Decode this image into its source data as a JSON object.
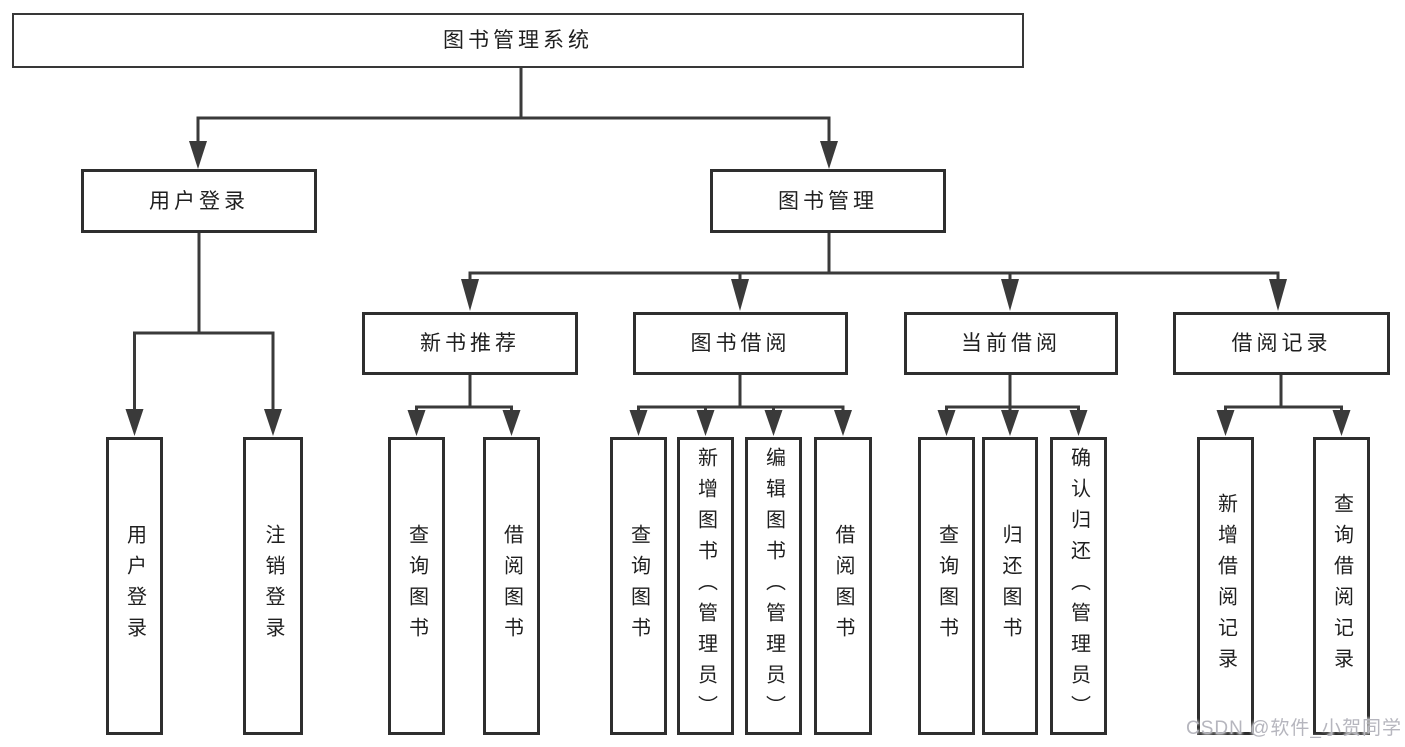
{
  "colors": {
    "line": "#3a3a3a",
    "box_border": "#2e2e2e",
    "text": "#1f1f1f",
    "watermark": "#b6b6be",
    "background": "#ffffff"
  },
  "watermark": {
    "text": "CSDN @软件_小贺同学"
  },
  "tree": {
    "label": "图书管理系统",
    "children": [
      {
        "label": "用户登录",
        "children": [
          {
            "label": "用户登录"
          },
          {
            "label": "注销登录"
          }
        ]
      },
      {
        "label": "图书管理",
        "children": [
          {
            "label": "新书推荐",
            "children": [
              {
                "label": "查询图书"
              },
              {
                "label": "借阅图书"
              }
            ]
          },
          {
            "label": "图书借阅",
            "children": [
              {
                "label": "查询图书"
              },
              {
                "label": "新增图书（管理员）"
              },
              {
                "label": "编辑图书（管理员）"
              },
              {
                "label": "借阅图书"
              }
            ]
          },
          {
            "label": "当前借阅",
            "children": [
              {
                "label": "查询图书"
              },
              {
                "label": "归还图书"
              },
              {
                "label": "确认归还（管理员）"
              }
            ]
          },
          {
            "label": "借阅记录",
            "children": [
              {
                "label": "新增借阅记录"
              },
              {
                "label": "查询借阅记录"
              }
            ]
          }
        ]
      }
    ]
  }
}
